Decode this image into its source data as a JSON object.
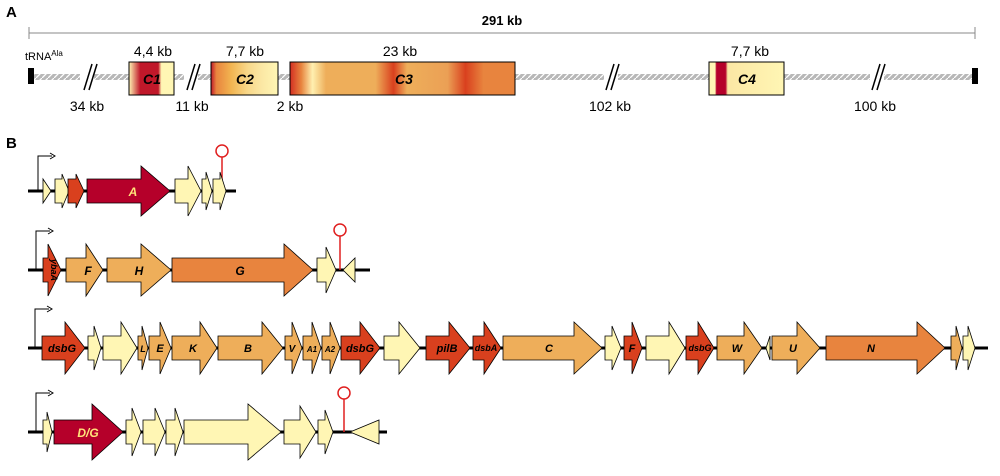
{
  "panels": {
    "a": "A",
    "b": "B"
  },
  "overview": {
    "total": "291 kb",
    "trna": "tRNA",
    "trna_sup": "Ala",
    "clusters": [
      {
        "name": "C1",
        "size": "4,4 kb"
      },
      {
        "name": "C2",
        "size": "7,7 kb"
      },
      {
        "name": "C3",
        "size": "23 kb"
      },
      {
        "name": "C4",
        "size": "7,7 kb"
      }
    ],
    "gaps": [
      "34 kb",
      "11 kb",
      "2 kb",
      "102 kb",
      "100 kb"
    ]
  },
  "colors": {
    "dark_red": "#b5002a",
    "red": "#d9401e",
    "orange": "#e8843e",
    "light_orange": "#eeae5a",
    "pale": "#fff6b4",
    "terminator": "#e02020"
  },
  "clusters": [
    {
      "labels": {
        "a": "A"
      },
      "colors": [
        "pale",
        "pale",
        "red",
        "dark_red",
        "pale",
        "pale",
        "pale"
      ]
    },
    {
      "labels": {
        "yasA": "ybaA",
        "f": "F",
        "h": "H",
        "g": "G"
      },
      "colors": [
        "red",
        "light_orange",
        "light_orange",
        "orange",
        "pale",
        "pale"
      ]
    },
    {
      "labels": {
        "dsbg1": "dsbG",
        "l": "L",
        "e": "E",
        "k": "K",
        "b": "B",
        "v": "V",
        "a1": "A1",
        "a2": "A2",
        "dsbg2": "dsbG",
        "pilb": "pilB",
        "dsba": "dsbA",
        "c": "C",
        "f": "F",
        "dsbg3": "dsbG",
        "w": "W",
        "u": "U",
        "n": "N"
      },
      "colors": [
        "red",
        "pale",
        "pale",
        "light_orange",
        "light_orange",
        "light_orange",
        "light_orange",
        "light_orange",
        "light_orange",
        "light_orange",
        "red",
        "pale",
        "red",
        "red",
        "light_orange",
        "pale",
        "red",
        "pale",
        "red",
        "light_orange",
        "pale",
        "light_orange",
        "orange",
        "light_orange",
        "pale"
      ]
    },
    {
      "labels": {
        "dg": "D/G"
      },
      "colors": [
        "pale",
        "dark_red",
        "pale",
        "pale",
        "pale",
        "pale",
        "pale",
        "pale",
        "pale"
      ]
    }
  ]
}
